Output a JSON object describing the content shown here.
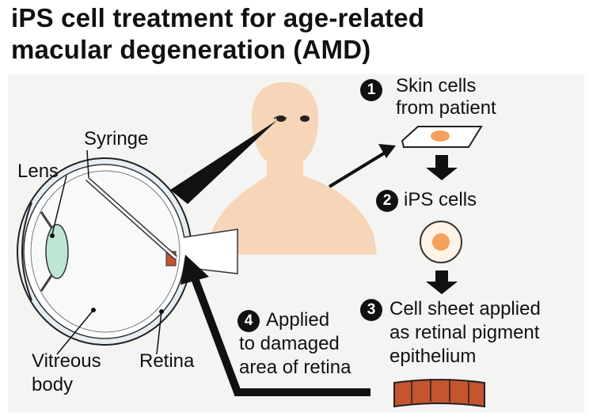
{
  "title_line1": "iPS cell treatment for age-related",
  "title_line2": "macular degeneration (AMD)",
  "labels": {
    "syringe": "Syringe",
    "lens": "Lens",
    "vitreous_line1": "Vitreous",
    "vitreous_line2": "body",
    "retina": "Retina"
  },
  "steps": [
    {
      "num": "1",
      "line1": "Skin cells",
      "line2": "from patient",
      "line3": ""
    },
    {
      "num": "2",
      "line1": "iPS cells",
      "line2": "",
      "line3": ""
    },
    {
      "num": "3",
      "line1": "Cell sheet applied",
      "line2": "as retinal pigment",
      "line3": "epithelium"
    },
    {
      "num": "4",
      "line1": "Applied",
      "line2": "to damaged",
      "line3": "area of retina"
    }
  ],
  "colors": {
    "skin": "#f6d5b8",
    "cell_orange": "#f5a15c",
    "sheet": "#c4552e",
    "lens": "#bfe5d3",
    "arrow": "#111111"
  }
}
